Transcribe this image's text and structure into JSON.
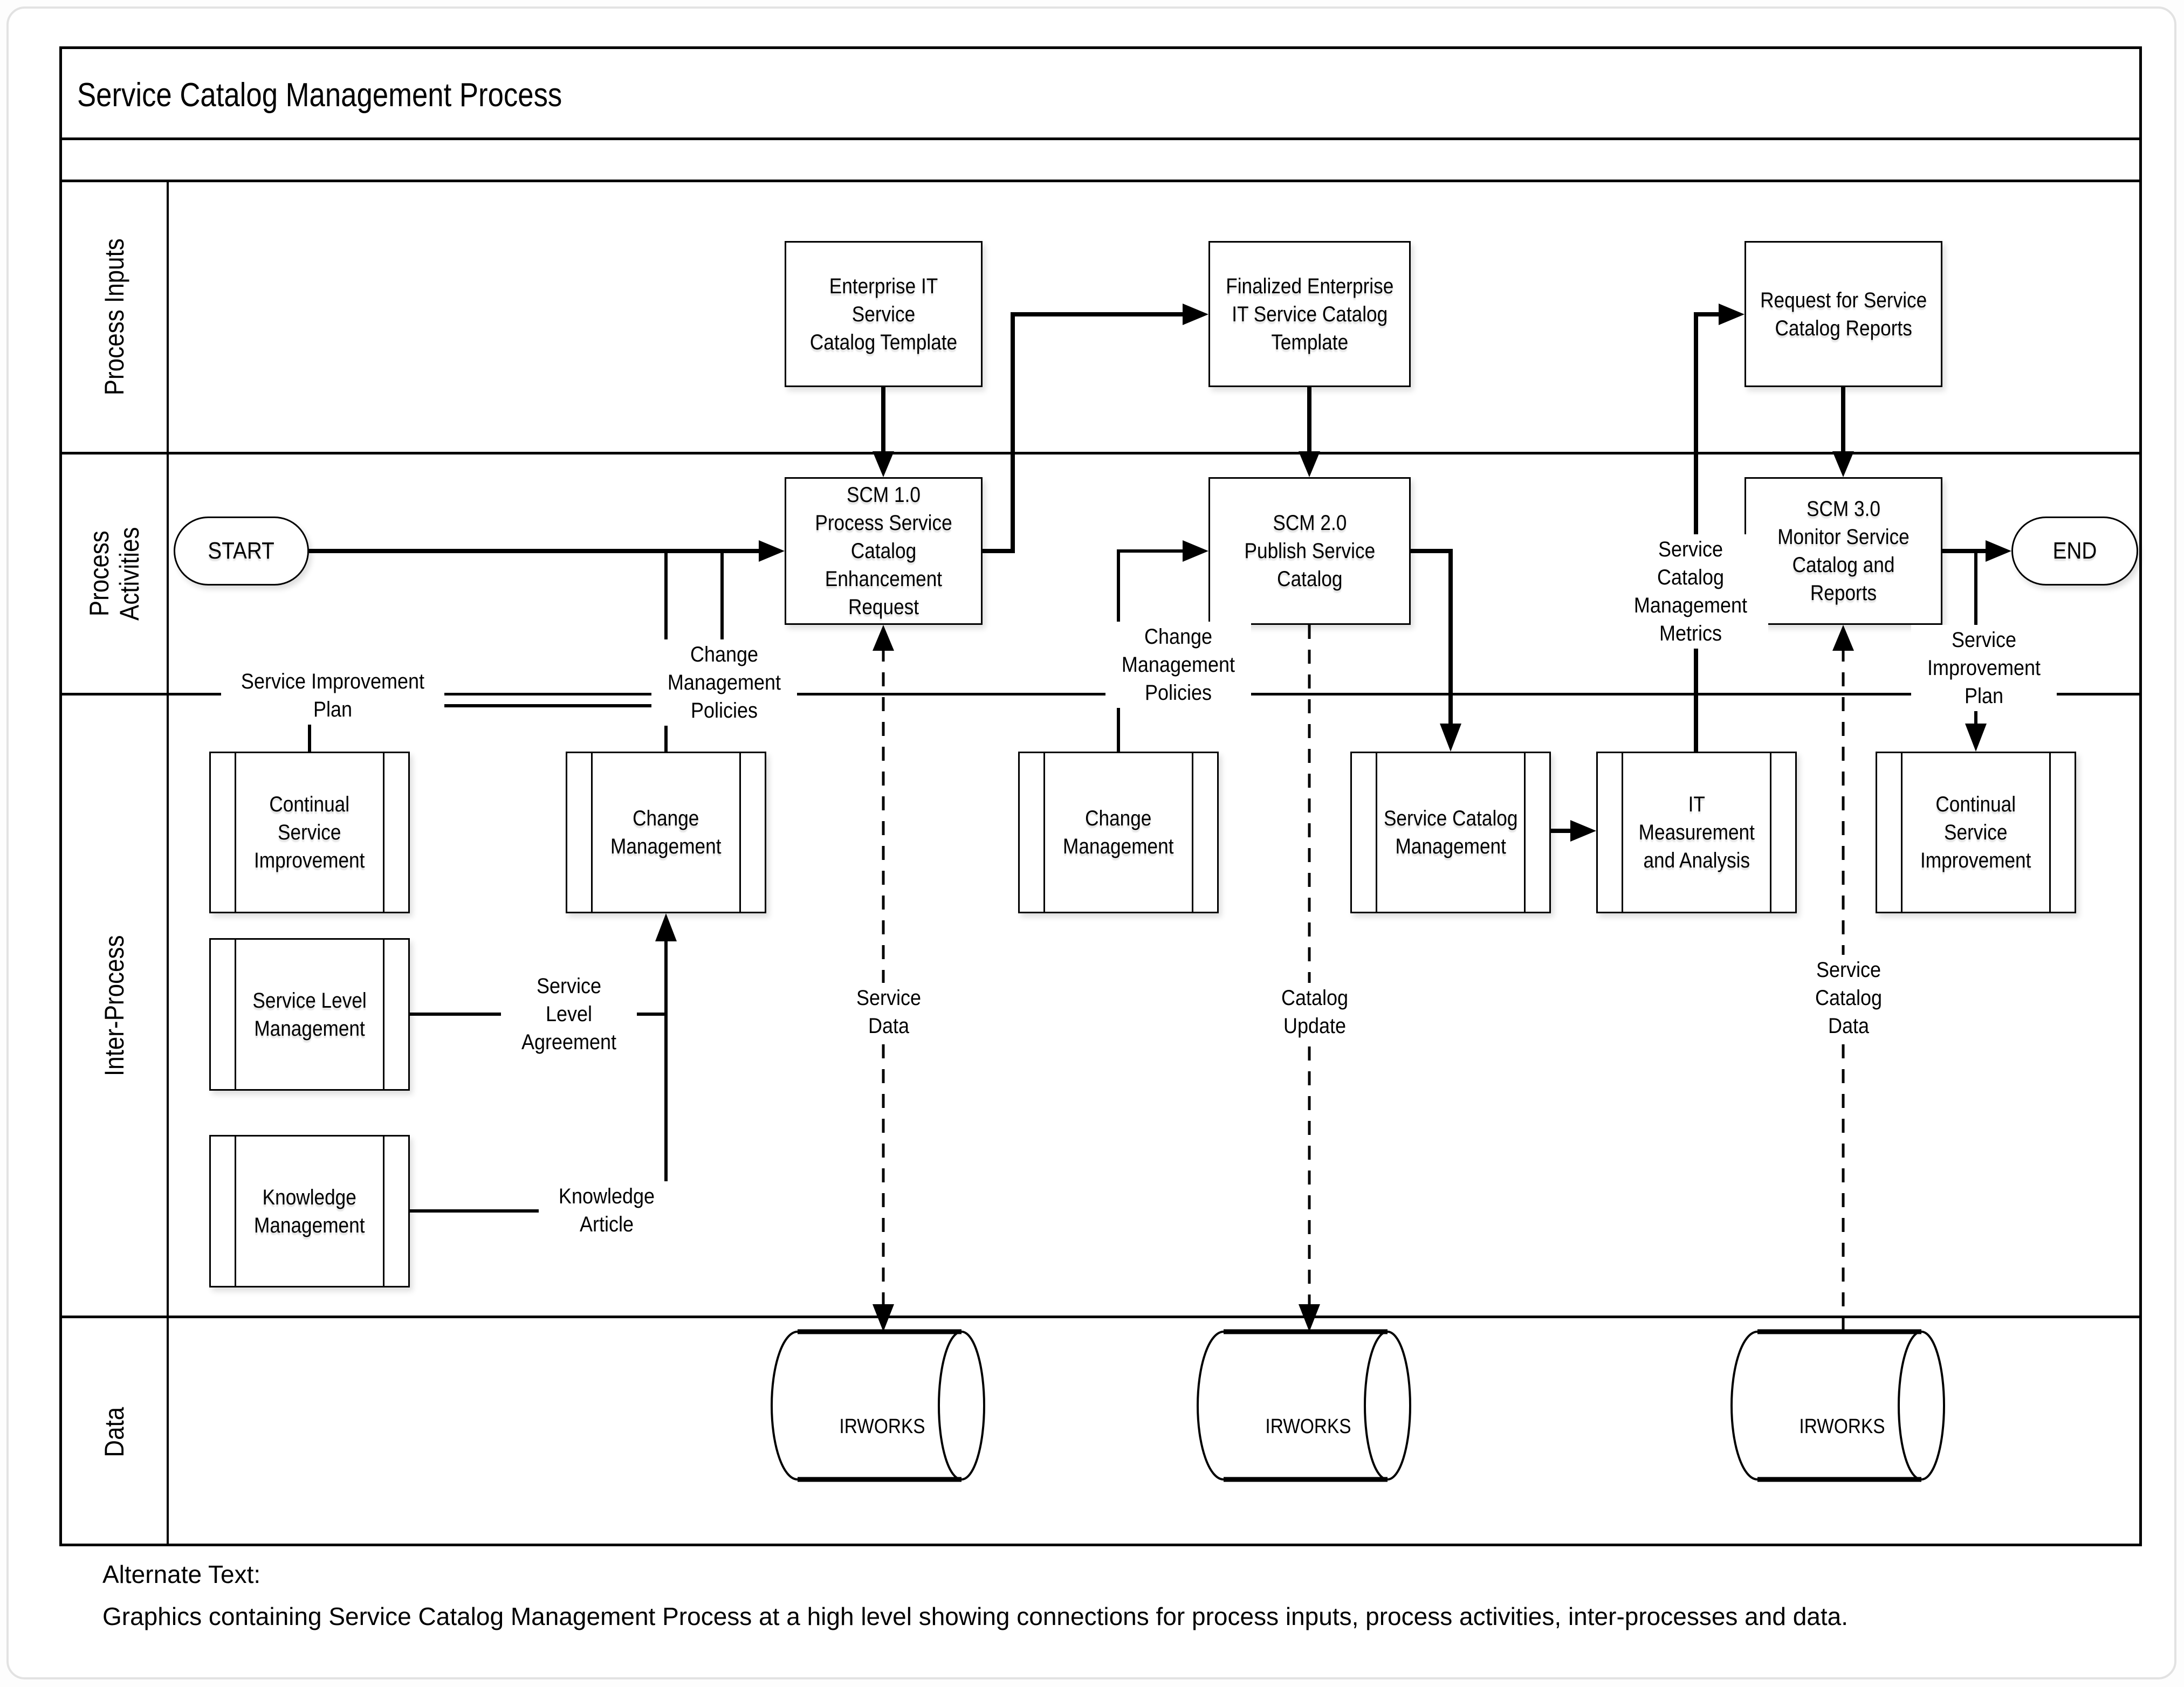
{
  "title": "Service Catalog Management Process",
  "colors": {
    "line": "#000000",
    "background": "#ffffff",
    "page_border": "#e2e2e2"
  },
  "lanes": [
    {
      "label": "Process Inputs"
    },
    {
      "label": "Process\nActivities"
    },
    {
      "label": "Inter-Process"
    },
    {
      "label": "Data"
    }
  ],
  "inputs": [
    {
      "label": "Enterprise IT Service\nCatalog Template"
    },
    {
      "label": "Finalized Enterprise\nIT Service Catalog\nTemplate"
    },
    {
      "label": "Request for Service\nCatalog Reports"
    }
  ],
  "activities": {
    "start_label": "START",
    "end_label": "END",
    "steps": [
      {
        "label": "SCM 1.0\nProcess Service\nCatalog\nEnhancement\nRequest"
      },
      {
        "label": "SCM 2.0\nPublish Service\nCatalog"
      },
      {
        "label": "SCM 3.0\nMonitor Service\nCatalog and Reports"
      }
    ]
  },
  "inter_process": {
    "boxes": [
      {
        "label": "Continual\nService\nImprovement"
      },
      {
        "label": "Change\nManagement"
      },
      {
        "label": "Change\nManagement"
      },
      {
        "label": "Service Catalog\nManagement"
      },
      {
        "label": "IT\nMeasurement\nand Analysis"
      },
      {
        "label": "Continual\nService\nImprovement"
      },
      {
        "label": "Service Level\nManagement"
      },
      {
        "label": "Knowledge\nManagement"
      }
    ]
  },
  "data_stores": [
    {
      "label": "IRWORKS"
    },
    {
      "label": "IRWORKS"
    },
    {
      "label": "IRWORKS"
    }
  ],
  "flow_labels": {
    "service_improvement_plan_left": "Service Improvement\nPlan",
    "change_management_policies_left": "Change\nManagement\nPolicies",
    "change_management_policies_mid": "Change\nManagement\nPolicies",
    "service_level_agreement": "Service\nLevel\nAgreement",
    "knowledge_article": "Knowledge\nArticle",
    "service_data": "Service\nData",
    "catalog_update": "Catalog\nUpdate",
    "service_catalog_management_metrics": "Service\nCatalog\nManagement\nMetrics",
    "service_catalog_data": "Service\nCatalog\nData",
    "service_improvement_plan_right": "Service\nImprovement\nPlan"
  },
  "footer": {
    "heading": "Alternate Text:",
    "caption": "Graphics containing Service Catalog Management Process at a high level showing connections for process inputs, process activities, inter-processes and data."
  }
}
